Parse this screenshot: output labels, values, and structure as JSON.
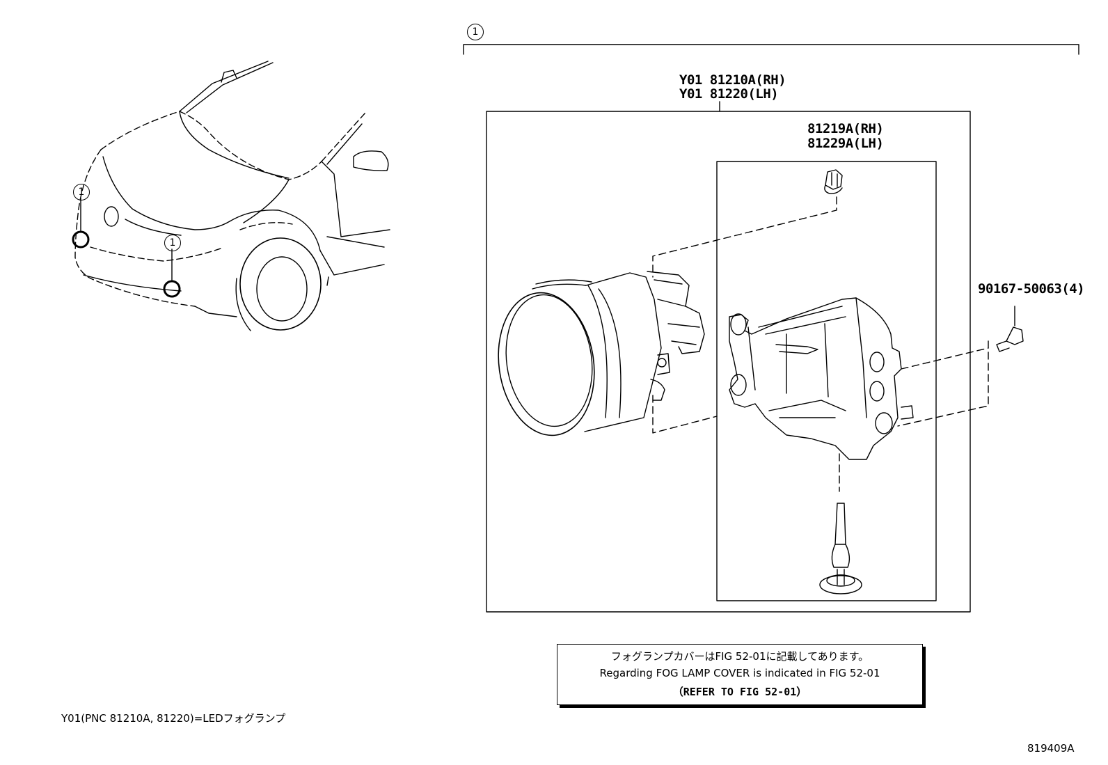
{
  "callouts": {
    "section": "1",
    "car_upper": "1",
    "car_lower": "1"
  },
  "parts": {
    "fog_lamp_rh": "Y01 81210A(RH)",
    "fog_lamp_lh": "Y01 81220(LH)",
    "bracket_rh": "81219A(RH)",
    "bracket_lh": "81229A(LH)",
    "screw": "90167-50063(4)"
  },
  "note": {
    "line_jp": "フォグランプカバーはFIG 52-01に記載してあります。",
    "line_en": "Regarding FOG LAMP COVER is indicated in FIG 52-01",
    "line_ref": "（REFER TO FIG 52-01）"
  },
  "footnote": "Y01(PNC 81210A, 81220)=LEDフォグランプ",
  "figure_id": "819409A"
}
